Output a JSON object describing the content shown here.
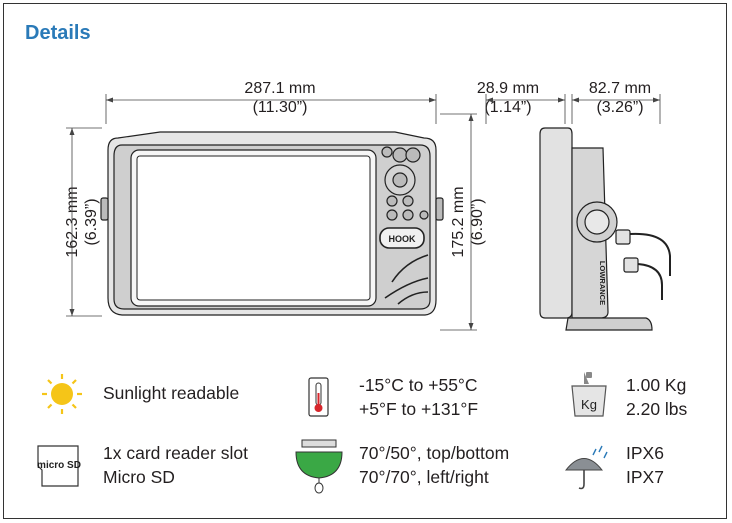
{
  "title": "Details",
  "dimensions": {
    "width_mm": "287.1 mm",
    "width_in": "(11.30”)",
    "height_mm": "162.3 mm",
    "height_in": "(6.39”)",
    "mount_height_mm": "175.2 mm",
    "mount_height_in": "(6.90”)",
    "depth_mm": "28.9 mm",
    "depth_in": "(1.14”)",
    "mount_depth_mm": "82.7 mm",
    "mount_depth_in": "(3.26”)"
  },
  "device": {
    "logo_text": "HOOK",
    "side_brand": "LOWRANCE"
  },
  "features": [
    {
      "icon": "sun-icon",
      "lines": [
        "Sunlight readable"
      ]
    },
    {
      "icon": "thermometer-icon",
      "lines": [
        "-15°C to +55°C",
        "+5°F to +131°F"
      ]
    },
    {
      "icon": "weight-icon",
      "icon_label": "Kg",
      "lines": [
        "1.00 Kg",
        "2.20 lbs"
      ]
    },
    {
      "icon": "microsd-card-icon",
      "icon_label": "micro SD",
      "lines": [
        "1x card reader slot",
        "Micro SD"
      ]
    },
    {
      "icon": "viewing-angle-icon",
      "lines": [
        "70°/50°, top/bottom",
        "70°/70°, left/right"
      ]
    },
    {
      "icon": "umbrella-rain-icon",
      "lines": [
        "IPX6",
        "IPX7"
      ]
    }
  ],
  "colors": {
    "title": "#2a7ab8",
    "sun": "#f5c518",
    "angle_green": "#3aa845",
    "thermo_red": "#d7262b"
  }
}
